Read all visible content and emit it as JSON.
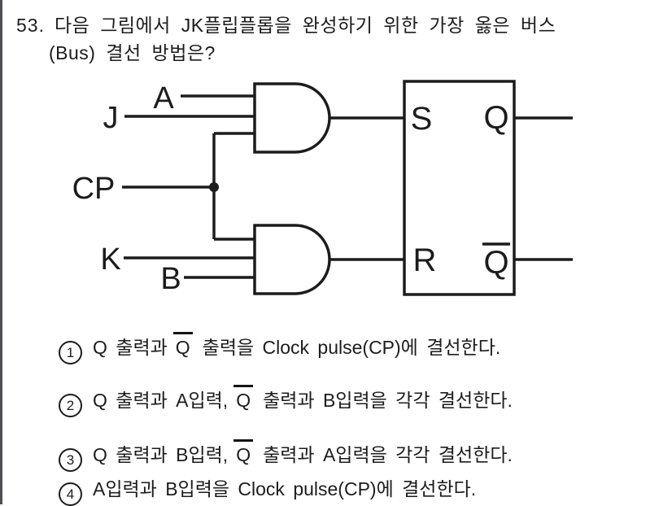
{
  "page": {
    "background": "#ffffff",
    "ink_color": "#1c1c1c",
    "left_rule_color": "#4d4f52"
  },
  "question": {
    "number": "53.",
    "line1": "다음 그림에서 JK플립플롭을 완성하기 위한 가장 옳은 버스",
    "line2": "(Bus) 결선 방법은?"
  },
  "circuit": {
    "description": "Two 3-input AND gates feeding an S-R latch box; inputs A, J, CP, K, B; outputs Q and Q-bar",
    "labels": {
      "a": "A",
      "j": "J",
      "cp": "CP",
      "k": "K",
      "b": "B",
      "s": "S",
      "q": "Q",
      "r": "R",
      "qbar": "Q"
    }
  },
  "options": [
    {
      "num": "1",
      "pre": "Q 출력과",
      "qbar": "Q",
      "post": "출력을 Clock pulse(CP)에 결선한다."
    },
    {
      "num": "2",
      "pre": "Q 출력과 A입력,",
      "qbar": "Q",
      "post": "출력과 B입력을 각각 결선한다."
    },
    {
      "num": "3",
      "pre": "Q 출력과 B입력,",
      "qbar": "Q",
      "post": "출력과 A입력을 각각 결선한다."
    },
    {
      "num": "4",
      "pre": "A입력과 B입력을 Clock pulse(CP)에 결선한다.",
      "qbar": "",
      "post": ""
    }
  ]
}
